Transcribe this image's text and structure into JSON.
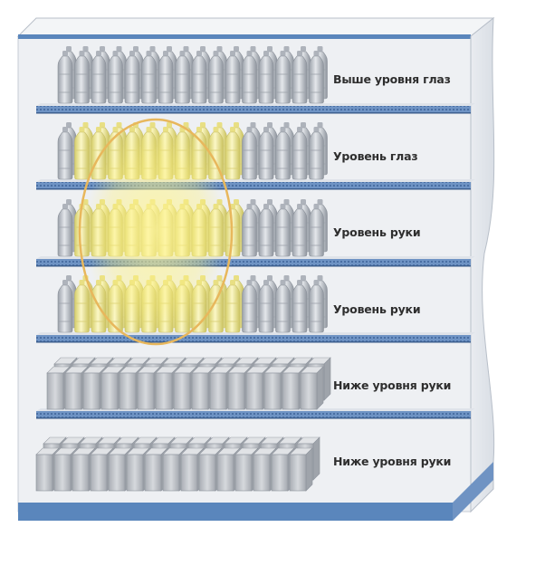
{
  "labels": {
    "above_eye": "Выше уровня глаз",
    "eye": "Уровень глаз",
    "hand_1": "Уровень руки",
    "hand_2": "Уровень руки",
    "below_hand_1": "Ниже уровня руки",
    "below_hand_2": "Ниже уровня руки"
  },
  "colors": {
    "cabinet_blue": "#5a86bc",
    "shelf_blue": "#4f74a8",
    "back_panel": "#eef0f3",
    "bottle_gray": "#b9bec6",
    "bottle_highlight": "#f6ee8e",
    "highlight_ring": "#e8b75c",
    "carton_gray": "#c3c6cb"
  },
  "icons": {
    "bottle": "bottle-icon",
    "carton": "carton-icon"
  }
}
